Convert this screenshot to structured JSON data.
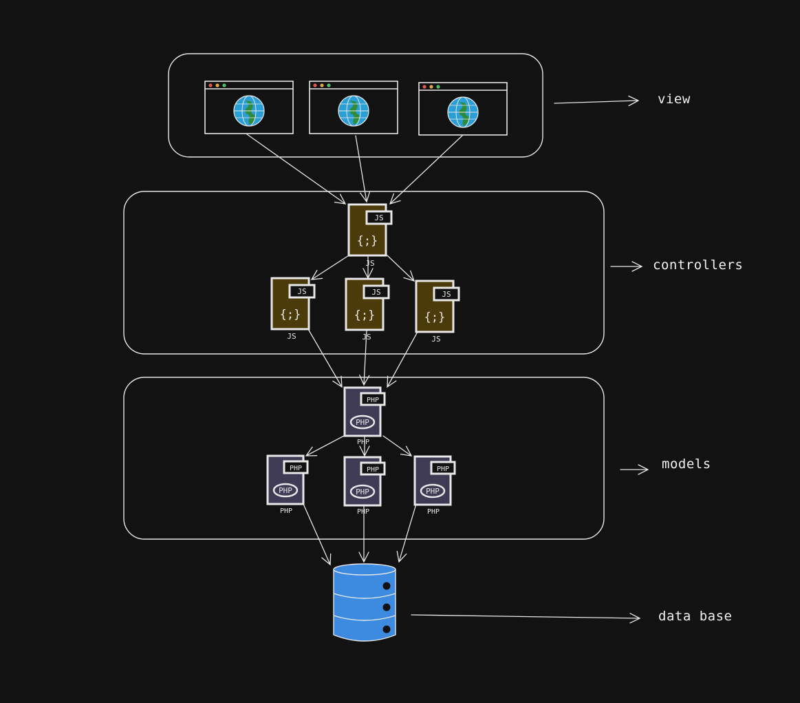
{
  "layers": {
    "view": "view",
    "controllers": "controllers",
    "models": "models",
    "database": "data base"
  },
  "file_badges": {
    "js": "JS",
    "php": "PHP"
  },
  "colors": {
    "background": "#121212",
    "stroke": "#e8e8e8",
    "js_file": "#4b3a0a",
    "php_file": "#3f3b55",
    "database": "#3d8be0",
    "globe": "#2a9fd6",
    "land": "#2e8b3a"
  }
}
